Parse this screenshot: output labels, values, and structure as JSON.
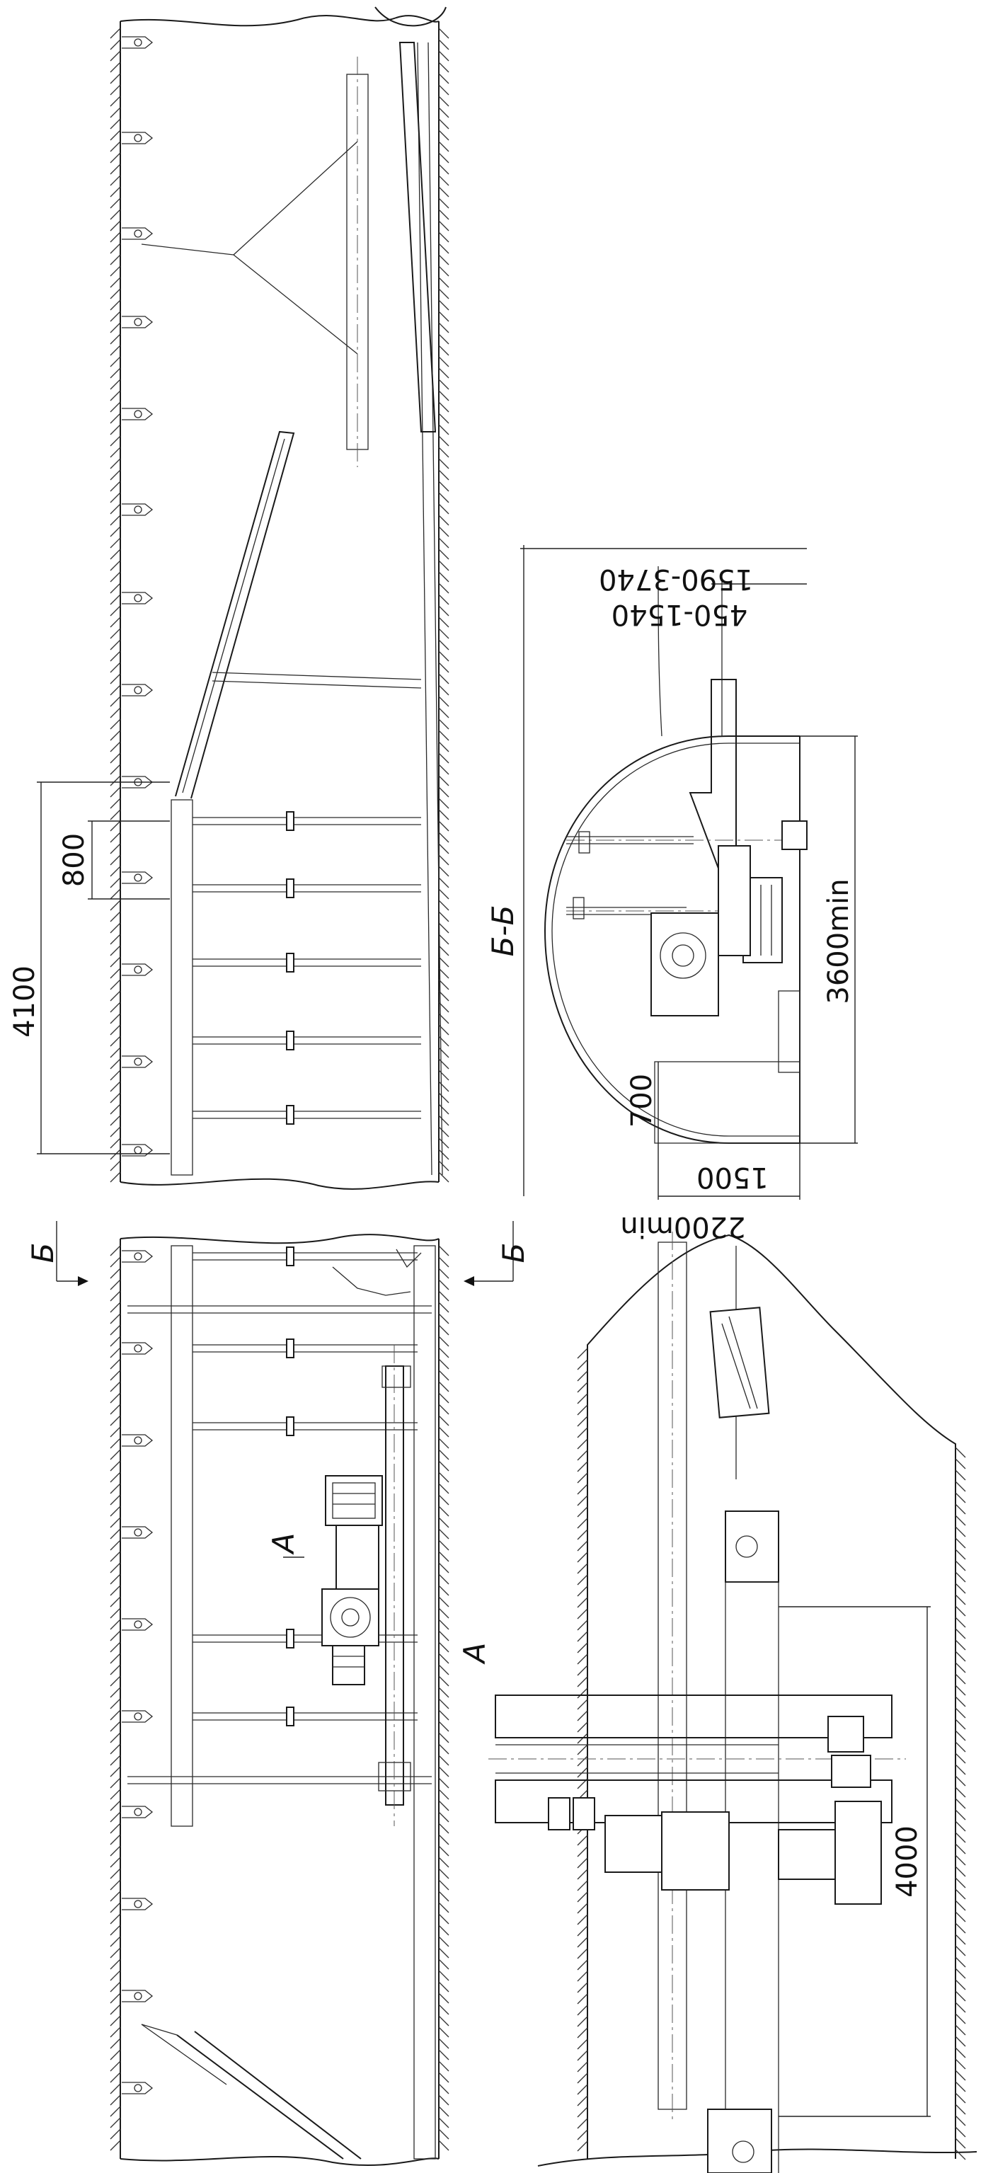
{
  "drawing": {
    "dimensions": {
      "d4100": "4100",
      "d800": "800",
      "d1590_3740": "1590-3740",
      "d450_1540": "450-1540",
      "d3600min": "3600min",
      "d700": "700",
      "d1500": "1500",
      "d2200min": "2200min",
      "d4000": "4000"
    },
    "section": {
      "title": "Б-Б",
      "cut_mark_left": "Б",
      "cut_mark_right": "Б",
      "view_a_upper": "A",
      "view_a_lower": "A"
    }
  }
}
